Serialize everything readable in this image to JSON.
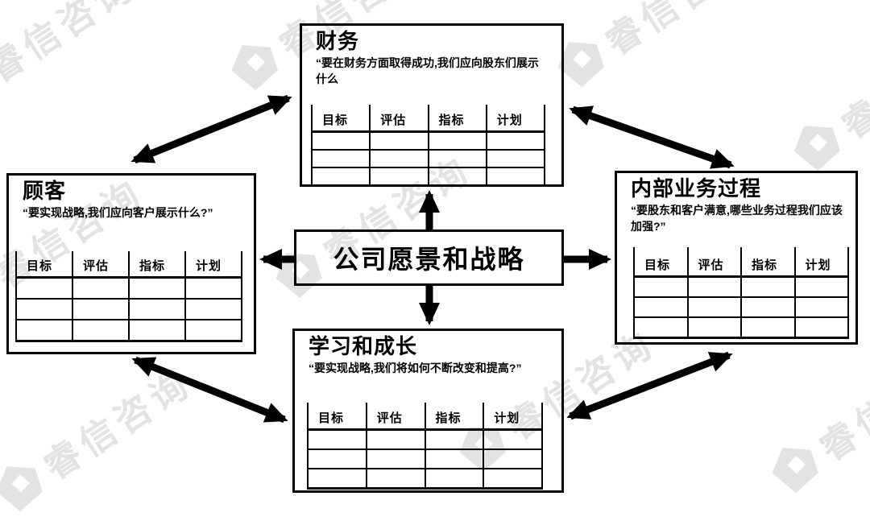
{
  "watermark": {
    "text": "睿信咨询",
    "color": "#e3e3e3"
  },
  "center_box": {
    "title": "公司愿景和战略"
  },
  "table": {
    "headers": [
      "目标",
      "评估",
      "指标",
      "计划"
    ],
    "empty_rows": 3
  },
  "perspectives": {
    "finance": {
      "title": "财务",
      "quote": "“要在财务方面取得成功,我们应向股东们展示什么"
    },
    "customer": {
      "title": "顾客",
      "quote": "“要实现战略,我们应向客户展示什么?”"
    },
    "internal_process": {
      "title": "内部业务过程",
      "quote": "“要股东和客户满意,哪些业务过程我们应该加强?”"
    },
    "learning_growth": {
      "title": "学习和成长",
      "quote": "“要实现战略,我们将如何不断改变和提高?”"
    }
  },
  "colors": {
    "line": "#000000",
    "background": "#ffffff"
  }
}
